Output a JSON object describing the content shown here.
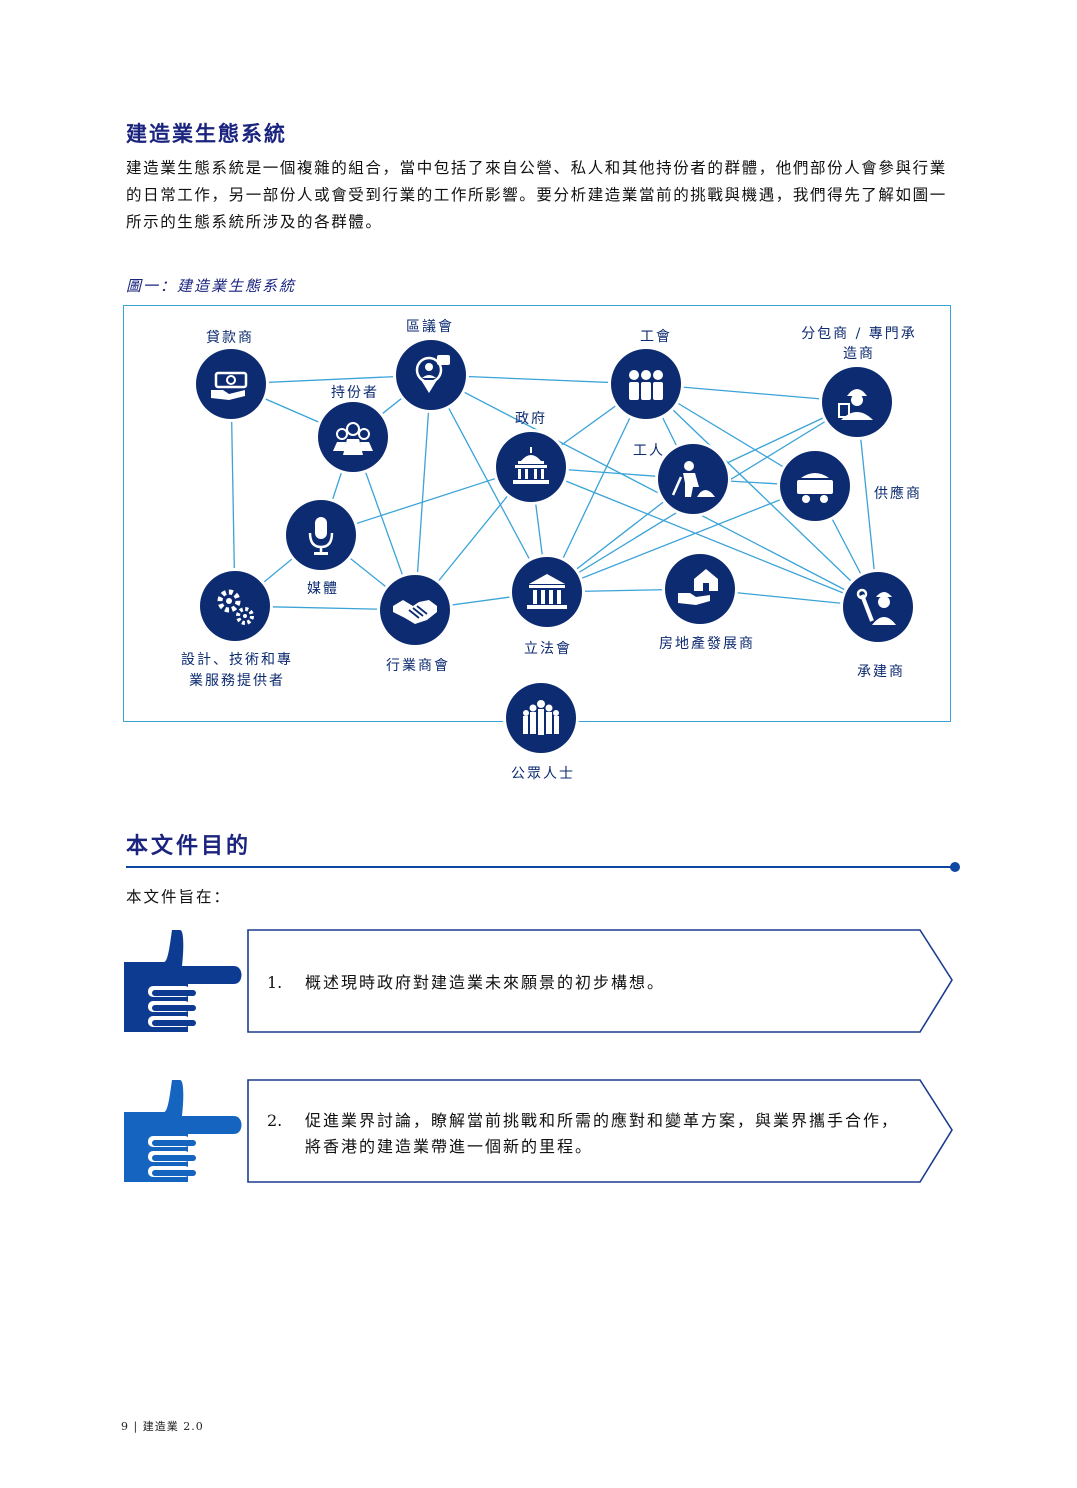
{
  "section1": {
    "title": "建造業生態系統",
    "intro": "建造業生態系統是一個複雜的組合，當中包括了來自公營、私人和其他持份者的群體，他們部份人會參與行業的日常工作，另一部份人或會受到行業的工作所影響。要分析建造業當前的挑戰與機遇，我們得先了解如圖一所示的生態系統所涉及的各群體。"
  },
  "figure": {
    "caption": "圖一：建造業生態系統",
    "colors": {
      "node": "#0d2b70",
      "node_ring": "#ffffff",
      "link": "#3aa3d8",
      "label": "#0d2b70"
    },
    "nodes": [
      {
        "id": "lender",
        "label": "貸款商",
        "icon": "money-hand-icon"
      },
      {
        "id": "district",
        "label": "區議會",
        "icon": "speech-person-pin-icon"
      },
      {
        "id": "stakeholders",
        "label": "持份者",
        "icon": "people-group-icon"
      },
      {
        "id": "union",
        "label": "工會",
        "icon": "workers-group-icon"
      },
      {
        "id": "subcontractor",
        "label": "分包商 / 專門承造商",
        "icon": "hardhat-worker-icon"
      },
      {
        "id": "government",
        "label": "政府",
        "icon": "capitol-dome-icon"
      },
      {
        "id": "workers",
        "label": "工人",
        "icon": "shovel-worker-icon"
      },
      {
        "id": "suppliers",
        "label": "供應商",
        "icon": "mine-cart-icon"
      },
      {
        "id": "media",
        "label": "媒體",
        "icon": "microphone-icon"
      },
      {
        "id": "design",
        "label": "設計、技術和專業服務提供者",
        "icon": "gears-icon"
      },
      {
        "id": "trade",
        "label": "行業商會",
        "icon": "handshake-icon"
      },
      {
        "id": "legco",
        "label": "立法會",
        "icon": "columns-building-icon"
      },
      {
        "id": "developer",
        "label": "房地產發展商",
        "icon": "house-hand-icon"
      },
      {
        "id": "contractor",
        "label": "承建商",
        "icon": "wrench-worker-icon"
      },
      {
        "id": "public",
        "label": "公眾人士",
        "icon": "crowd-icon"
      }
    ],
    "links": [
      [
        "lender",
        "district"
      ],
      [
        "lender",
        "stakeholders"
      ],
      [
        "lender",
        "design"
      ],
      [
        "district",
        "stakeholders"
      ],
      [
        "district",
        "union"
      ],
      [
        "district",
        "trade"
      ],
      [
        "district",
        "legco"
      ],
      [
        "district",
        "contractor"
      ],
      [
        "stakeholders",
        "media"
      ],
      [
        "stakeholders",
        "trade"
      ],
      [
        "union",
        "subcontractor"
      ],
      [
        "union",
        "government"
      ],
      [
        "union",
        "legco"
      ],
      [
        "union",
        "workers"
      ],
      [
        "union",
        "suppliers"
      ],
      [
        "union",
        "contractor"
      ],
      [
        "subcontractor",
        "workers"
      ],
      [
        "subcontractor",
        "legco"
      ],
      [
        "subcontractor",
        "contractor"
      ],
      [
        "government",
        "media"
      ],
      [
        "government",
        "trade"
      ],
      [
        "government",
        "legco"
      ],
      [
        "government",
        "workers"
      ],
      [
        "government",
        "contractor"
      ],
      [
        "workers",
        "legco"
      ],
      [
        "workers",
        "suppliers"
      ],
      [
        "suppliers",
        "legco"
      ],
      [
        "suppliers",
        "contractor"
      ],
      [
        "media",
        "design"
      ],
      [
        "media",
        "trade"
      ],
      [
        "design",
        "trade"
      ],
      [
        "trade",
        "legco"
      ],
      [
        "legco",
        "developer"
      ],
      [
        "developer",
        "contractor"
      ]
    ]
  },
  "section2": {
    "title": "本文件目的",
    "lead": "本文件旨在：",
    "colors": {
      "hand1": "#0d3b91",
      "hand2": "#1565c0",
      "arrow_border": "#1a3d8f"
    },
    "goals": [
      {
        "num": "1.",
        "text": "概述現時政府對建造業未來願景的初步構想。"
      },
      {
        "num": "2.",
        "text": "促進業界討論，瞭解當前挑戰和所需的應對和變革方案，與業界攜手合作，將香港的建造業帶進一個新的里程。"
      }
    ]
  },
  "footer": {
    "text": "9 | 建造業 2.0"
  }
}
